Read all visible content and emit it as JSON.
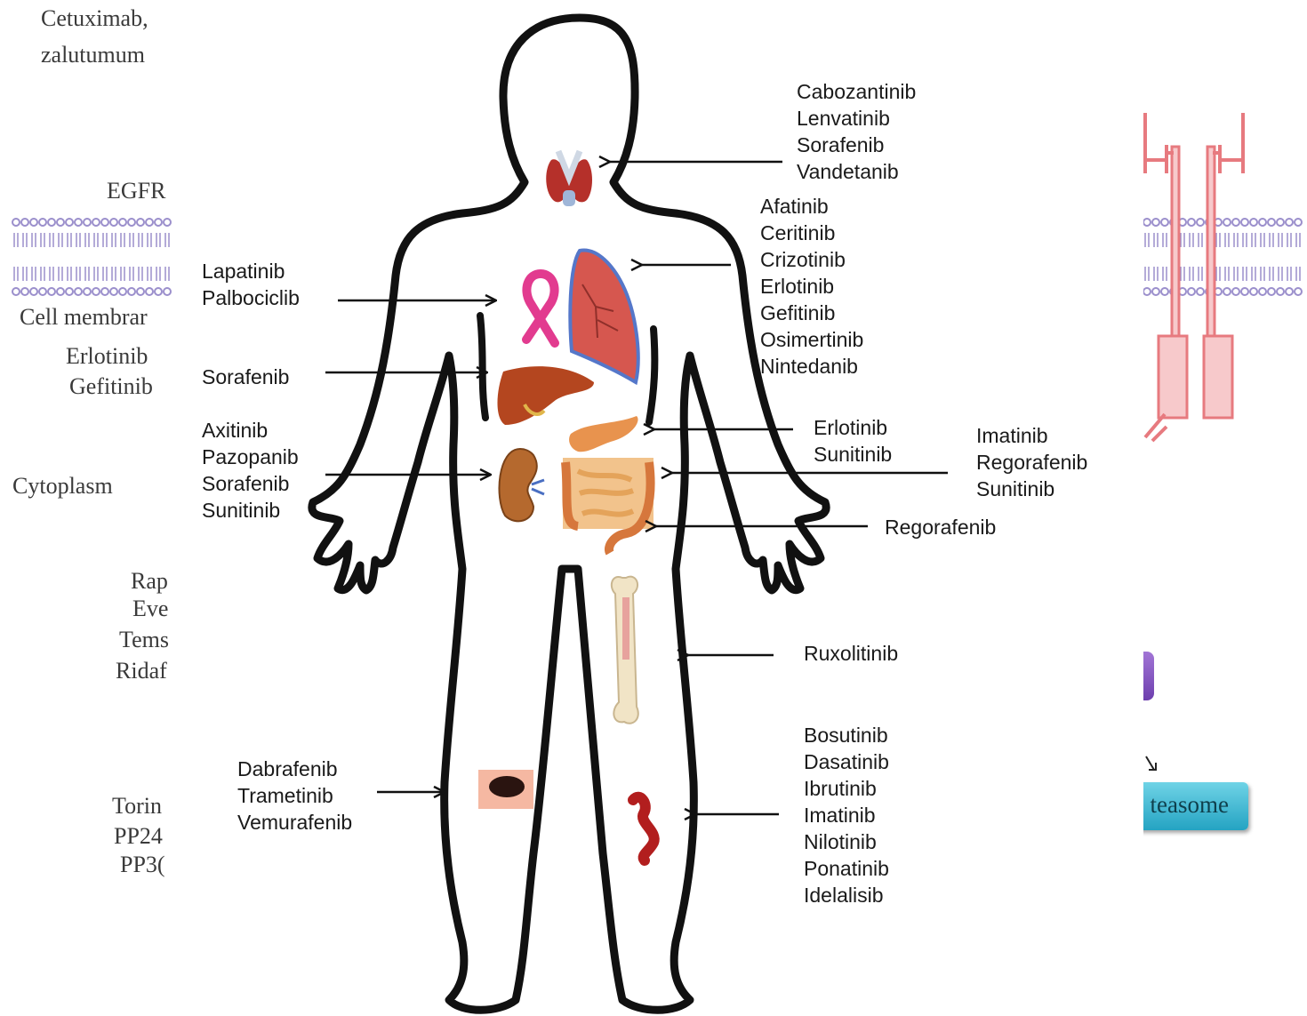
{
  "left_panel": {
    "antibodies": [
      "Cetuximab,",
      "zalutumum"
    ],
    "receptor_label": "EGFR",
    "membrane_label": "Cell membrar",
    "inhibitors": [
      "Erlotinib",
      "Gefitinib"
    ],
    "cytoplasm_label": "Cytoplasm",
    "mtor_inhibitors": [
      "Rap",
      "Eve",
      "Tems",
      "Ridaf"
    ],
    "dual_inhibitors": [
      "Torin",
      "PP24",
      "PP3("
    ]
  },
  "right_panel": {
    "proteasome_label": "teasome"
  },
  "drug_groups": {
    "thyroid": [
      "Cabozantinib",
      "Lenvatinib",
      "Sorafenib",
      "Vandetanib"
    ],
    "lung": [
      "Afatinib",
      "Ceritinib",
      "Crizotinib",
      "Erlotinib",
      "Gefitinib",
      "Osimertinib",
      "Nintedanib"
    ],
    "breast": [
      "Lapatinib",
      "Palbociclib"
    ],
    "liver": [
      "Sorafenib"
    ],
    "kidney": [
      "Axitinib",
      "Pazopanib",
      "Sorafenib",
      "Sunitinib"
    ],
    "pancreas": [
      "Erlotinib",
      "Sunitinib"
    ],
    "gist": [
      "Imatinib",
      "Regorafenib",
      "Sunitinib"
    ],
    "colon": [
      "Regorafenib"
    ],
    "bone_marrow": [
      "Ruxolitinib"
    ],
    "skin": [
      "Dabrafenib",
      "Trametinib",
      "Vemurafenib"
    ],
    "blood": [
      "Bosutinib",
      "Dasatinib",
      "Ibrutinib",
      "Imatinib",
      "Nilotinib",
      "Ponatinib",
      "Idelalisib"
    ]
  },
  "colors": {
    "outline": "#111111",
    "thyroid": "#b5302a",
    "lung": "#d6574f",
    "ribbon": "#e23b8f",
    "liver": "#b4461f",
    "kidney": "#b5692e",
    "intestine": "#e08a4a",
    "bone": "#f1e4c6",
    "membrane": "#9b8fcc",
    "receptor": "#e77a7f"
  }
}
